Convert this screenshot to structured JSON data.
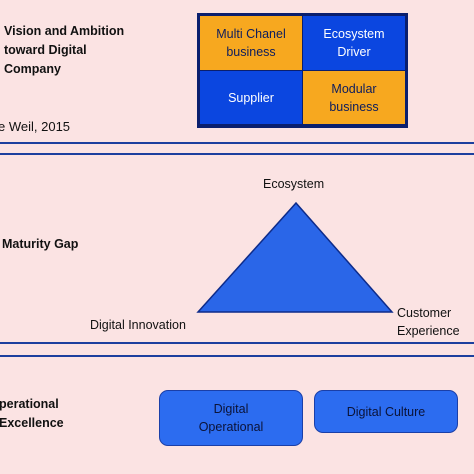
{
  "section_vision": {
    "heading": "Vision and Ambition\ntoward Digital\nCompany",
    "citation": "e Weil, 2015",
    "quadrants": {
      "top_left": "Multi Chanel\nbusiness",
      "top_right": "Ecosystem\nDriver",
      "bottom_left": "Supplier",
      "bottom_right": "Modular\nbusiness"
    }
  },
  "section_maturity": {
    "heading": "Maturity Gap",
    "vertices": {
      "top": "Ecosystem",
      "left": "Digital Innovation",
      "right": "Customer\nExperience"
    }
  },
  "section_operational": {
    "heading": "perational\nExcellence",
    "boxes": {
      "first": "Digital\nOperational",
      "second": "Digital Culture"
    }
  },
  "colors": {
    "background": "#fbe3e3",
    "divider": "#1d3f9e",
    "orange": "#f7a81f",
    "blue": "#0b46e0",
    "triangle": "#2a66e8",
    "pill": "#2c6cf0"
  }
}
